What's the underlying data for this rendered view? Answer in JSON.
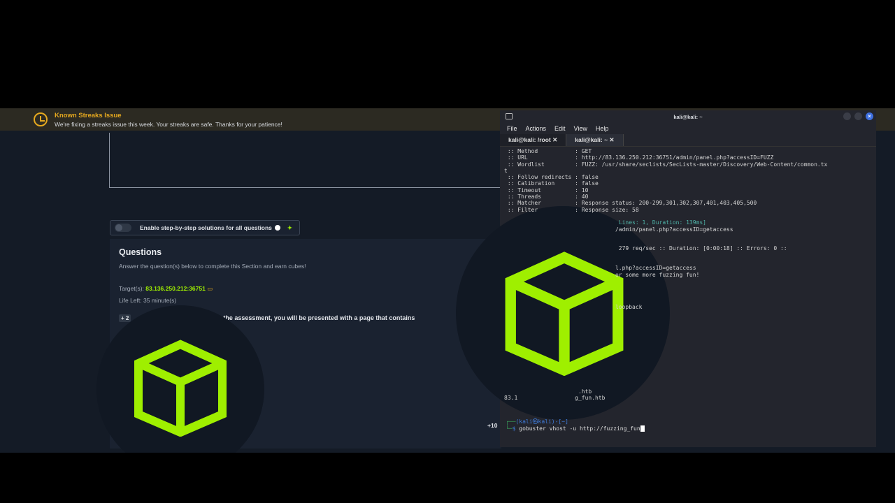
{
  "banner": {
    "title": "Known Streaks Issue",
    "message": "We're fixing a streaks issue this week. Your streaks are safe. Thanks for your patience!",
    "icon": "clock-icon"
  },
  "toggle": {
    "label": "Enable step-by-step solutions for all questions",
    "enabled": false
  },
  "questions": {
    "title": "Questions",
    "subtitle": "Answer the question(s) below to complete this Section and earn cubes!",
    "target_label": "Target(s):",
    "target": "83.136.250.212:36751",
    "life_left": "Life Left: 35 minute(s)",
    "badge": "+ 2",
    "question_text": "s in the assessment, you will be presented with a page that contains",
    "badge2": "+10"
  },
  "terminal": {
    "title": "kali@kali: ~",
    "menu": [
      "File",
      "Actions",
      "Edit",
      "View",
      "Help"
    ],
    "tabs": [
      "kali@kali: /root",
      "kali@kali: ~"
    ],
    "lines": [
      " :: Method           : GET",
      " :: URL              : http://83.136.250.212:36751/admin/panel.php?accessID=FUZZ",
      " :: Wordlist         : FUZZ: /usr/share/seclists/SecLists-master/Discovery/Web-Content/common.tx",
      "t",
      " :: Follow redirects : false",
      " :: Calibration      : false",
      " :: Timeout          : 10",
      " :: Threads          : 40",
      " :: Matcher          : Response status: 200-299,301,302,307,401,403,405,500",
      " :: Filter           : Response size: 58"
    ],
    "lines2": [
      "                                  Lines: 1, Duration: 139ms]",
      "                                 /admin/panel.php?accessID=getaccess",
      "",
      "",
      "                                  279 req/sec :: Duration: [0:00:18] :: Errors: 0 ::",
      "",
      "",
      "                                 l.php?accessID=getaccess",
      "                                 or some more fuzzing fun!",
      "",
      "",
      "",
      "",
      "                                 loopback"
    ],
    "lines3": [
      "                      .htb",
      "83.1                 g_fun.htb"
    ],
    "prompt_user": "(kali㉿kali)-[~]",
    "command": "gobuster vhost -u http://fuzzing_fun"
  },
  "colors": {
    "accent": "#9fef00",
    "banner": "#e6a91f"
  }
}
